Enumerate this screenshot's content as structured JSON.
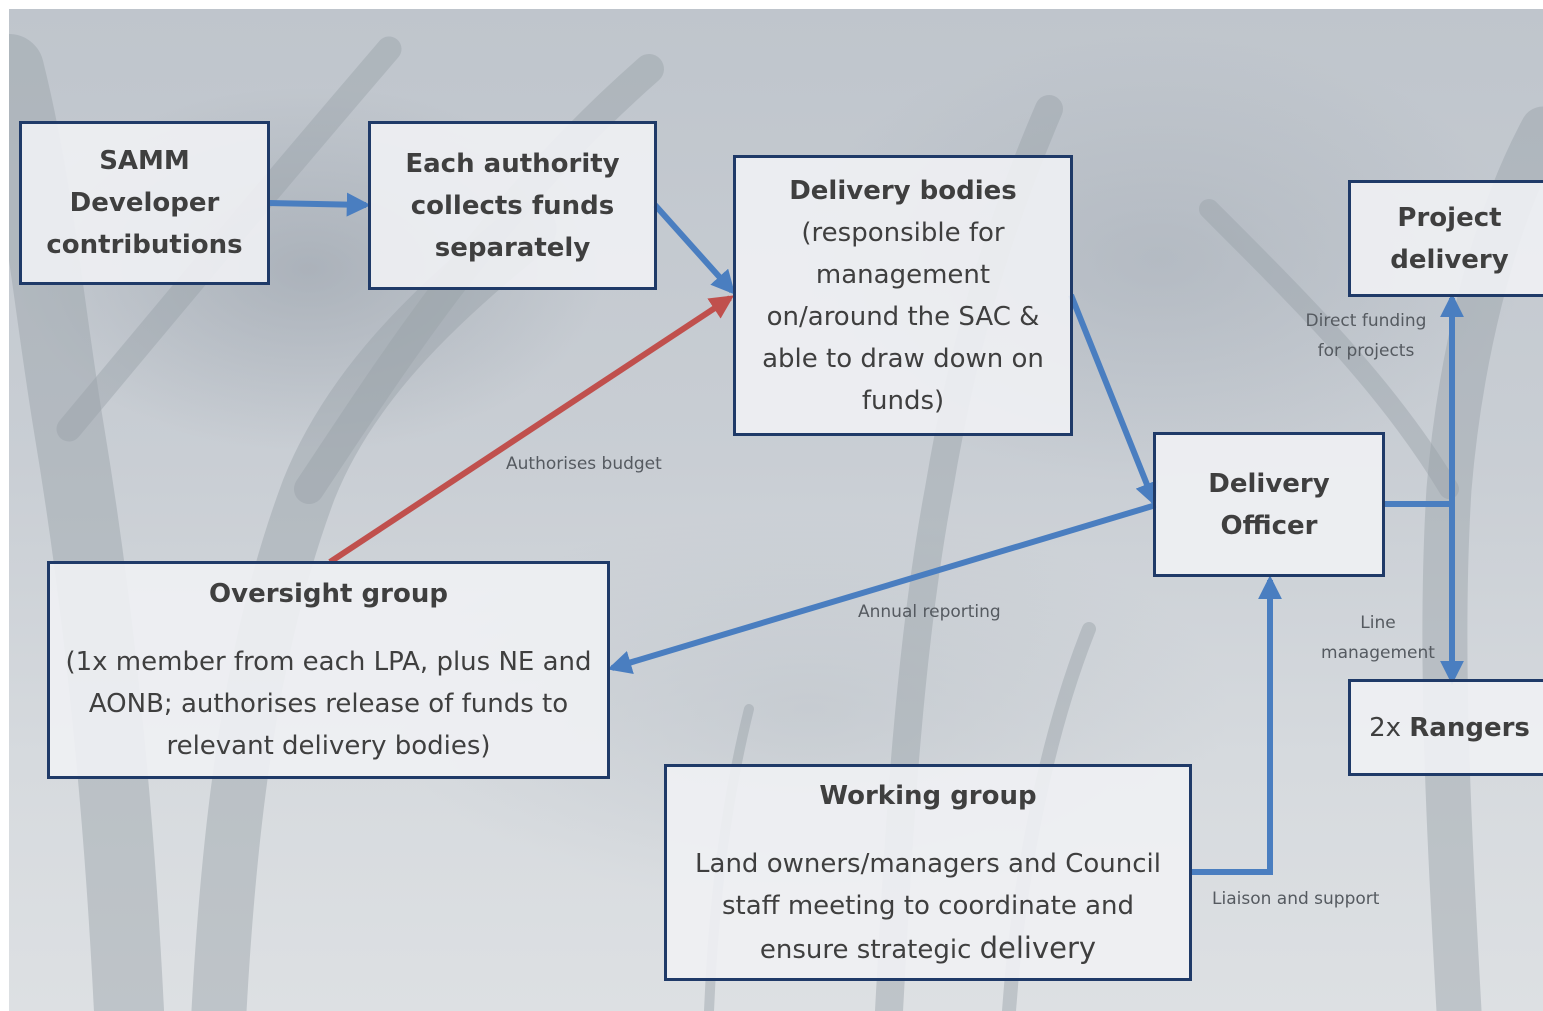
{
  "nodes": {
    "samm": {
      "lines": [
        "SAMM",
        "Developer",
        "contributions"
      ]
    },
    "each_authority": {
      "lines": [
        "Each authority",
        "collects funds",
        "separately"
      ]
    },
    "delivery_bodies": {
      "title": "Delivery bodies",
      "lines": [
        "(responsible for",
        "management",
        "on/around the SAC &",
        "able to draw down on",
        "funds)"
      ]
    },
    "project_delivery": {
      "lines": [
        "Project",
        "delivery"
      ]
    },
    "delivery_officer": {
      "lines": [
        "Delivery",
        "Officer"
      ]
    },
    "oversight_group": {
      "title": "Oversight group",
      "lines": [
        "(1x member from each LPA, plus NE and",
        "AONB; authorises release of funds to",
        "relevant delivery bodies)"
      ]
    },
    "working_group": {
      "title": "Working group",
      "lines": [
        "Land owners/managers and Council",
        "staff meeting to coordinate and"
      ],
      "last_line_prefix": "ensure strategic ",
      "last_line_suffix": "delivery"
    },
    "rangers": {
      "prefix": "2x ",
      "name": "Rangers"
    }
  },
  "edges": {
    "authorises_budget": "Authorises budget",
    "direct_funding": [
      "Direct funding",
      "for projects"
    ],
    "annual_reporting": "Annual reporting",
    "line_management": [
      "Line",
      "management"
    ],
    "liaison_support": "Liaison and support"
  },
  "colors": {
    "box_border": "#1f3a68",
    "blue_arrow": "#4a7ec0",
    "red_arrow": "#c0504d",
    "text": "#3f3f3f"
  }
}
